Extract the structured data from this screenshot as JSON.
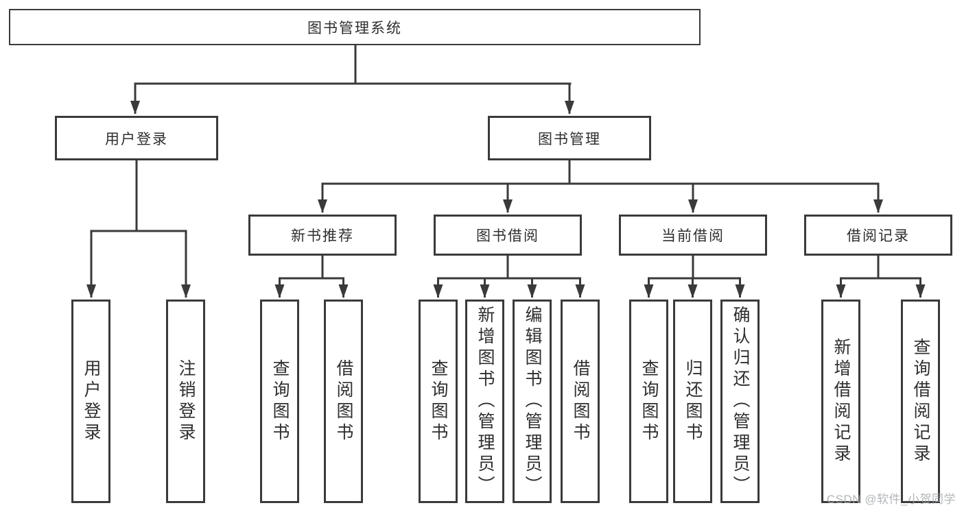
{
  "tree": {
    "label": "图书管理系统",
    "children": [
      {
        "label": "用户登录",
        "children": [
          {
            "label": "用户登录"
          },
          {
            "label": "注销登录"
          }
        ]
      },
      {
        "label": "图书管理",
        "children": [
          {
            "label": "新书推荐",
            "children": [
              {
                "label": "查询图书"
              },
              {
                "label": "借阅图书"
              }
            ]
          },
          {
            "label": "图书借阅",
            "children": [
              {
                "label": "查询图书"
              },
              {
                "label": "新增图书（管理员）"
              },
              {
                "label": "编辑图书（管理员）"
              },
              {
                "label": "借阅图书"
              }
            ]
          },
          {
            "label": "当前借阅",
            "children": [
              {
                "label": "查询图书"
              },
              {
                "label": "归还图书"
              },
              {
                "label": "确认归还（管理员）"
              }
            ]
          },
          {
            "label": "借阅记录",
            "children": [
              {
                "label": "新增借阅记录"
              },
              {
                "label": "查询借阅记录"
              }
            ]
          }
        ]
      }
    ]
  },
  "watermark": {
    "text": "CSDN @软件_小贺同学"
  },
  "colors": {
    "line": "#3a3a3a",
    "text": "#2e2e2e",
    "box_background": "#ffffff",
    "watermark": "#a5a8ac",
    "background": "#ffffff"
  }
}
